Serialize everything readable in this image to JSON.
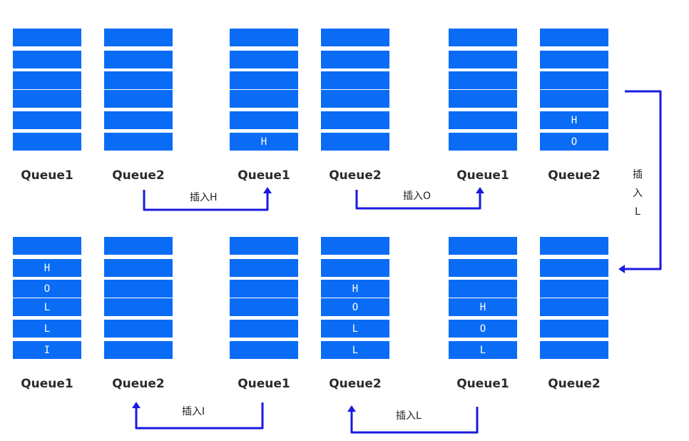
{
  "colors": {
    "slot": "#0a6cf5",
    "arrow": "#1a1adf",
    "label": "#2b2b2b"
  },
  "queues": [
    {
      "name": "Queue1",
      "slots": [
        "",
        "",
        "",
        "",
        "",
        ""
      ]
    },
    {
      "name": "Queue2",
      "slots": [
        "",
        "",
        "",
        "",
        "",
        ""
      ]
    },
    {
      "name": "Queue1",
      "slots": [
        "",
        "",
        "",
        "",
        "",
        "H"
      ]
    },
    {
      "name": "Queue2",
      "slots": [
        "",
        "",
        "",
        "",
        "",
        ""
      ]
    },
    {
      "name": "Queue1",
      "slots": [
        "",
        "",
        "",
        "",
        "",
        ""
      ]
    },
    {
      "name": "Queue2",
      "slots": [
        "",
        "",
        "",
        "",
        "H",
        "O"
      ]
    },
    {
      "name": "Queue1",
      "slots": [
        "",
        "H",
        "O",
        "L",
        "L",
        "I"
      ]
    },
    {
      "name": "Queue2",
      "slots": [
        "",
        "",
        "",
        "",
        "",
        ""
      ]
    },
    {
      "name": "Queue1",
      "slots": [
        "",
        "",
        "",
        "",
        "",
        ""
      ]
    },
    {
      "name": "Queue2",
      "slots": [
        "",
        "",
        "H",
        "O",
        "L",
        "L"
      ]
    },
    {
      "name": "Queue1",
      "slots": [
        "",
        "",
        "",
        "H",
        "O",
        "L"
      ]
    },
    {
      "name": "Queue2",
      "slots": [
        "",
        "",
        "",
        "",
        "",
        ""
      ]
    }
  ],
  "arrows": [
    {
      "label": "插入H"
    },
    {
      "label": "插入O"
    },
    {
      "label": "插入L"
    },
    {
      "label": "插入I"
    },
    {
      "label": "插入L"
    }
  ]
}
